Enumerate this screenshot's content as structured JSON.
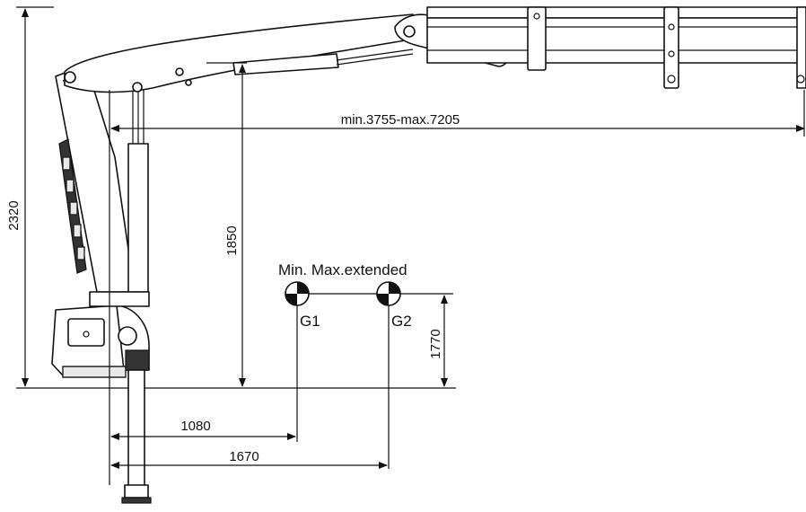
{
  "dimensions": {
    "height_total": "2320",
    "height_hook": "1850",
    "reach": "min.3755-max.7205",
    "g_height": "1770",
    "g1_distance": "1080",
    "g2_distance": "1670"
  },
  "labels": {
    "state_legend": "Min. Max.extended",
    "g1": "G1",
    "g2": "G2"
  }
}
